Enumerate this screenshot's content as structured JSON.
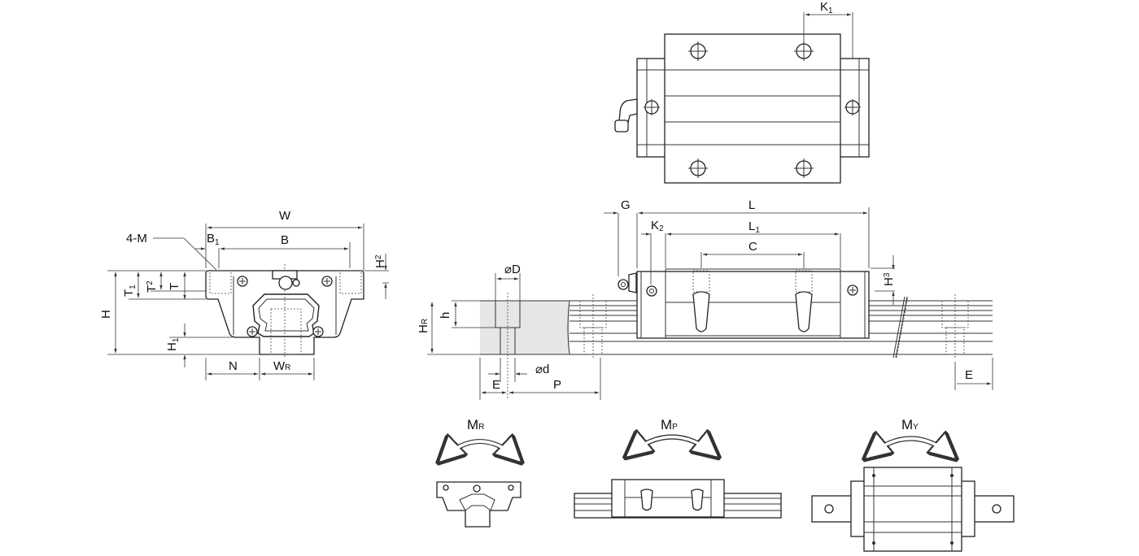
{
  "title": "Linear guide block and rail dimension drawing",
  "colors": {
    "line": "#222222",
    "section_fill": "#e6e6e6"
  },
  "front_view": {
    "W": "W",
    "B": "B",
    "B1": {
      "main": "B",
      "sub": "1"
    },
    "M": "4-M",
    "H2": {
      "main": "H",
      "sub": "2"
    },
    "T": "T",
    "T1": {
      "main": "T",
      "sub": "1"
    },
    "T2": {
      "main": "T",
      "sub": "2"
    },
    "H": "H",
    "H1": {
      "main": "H",
      "sub": "1"
    },
    "N": "N",
    "WR": {
      "main": "W",
      "sub": "R"
    }
  },
  "top_view": {
    "K1": {
      "main": "K",
      "sub": "1"
    }
  },
  "side_view": {
    "G": "G",
    "L": "L",
    "K2": {
      "main": "K",
      "sub": "2"
    },
    "L1": {
      "main": "L",
      "sub": "1"
    },
    "C": "C",
    "H3": {
      "main": "H",
      "sub": "3"
    },
    "D": "⌀D",
    "h": "h",
    "HR": {
      "main": "H",
      "sub": "R"
    },
    "d": "⌀d",
    "E_left": "E",
    "P": "P",
    "E_right": "E"
  },
  "moments": [
    {
      "main": "M",
      "sub": "R"
    },
    {
      "main": "M",
      "sub": "P"
    },
    {
      "main": "M",
      "sub": "Y"
    }
  ]
}
